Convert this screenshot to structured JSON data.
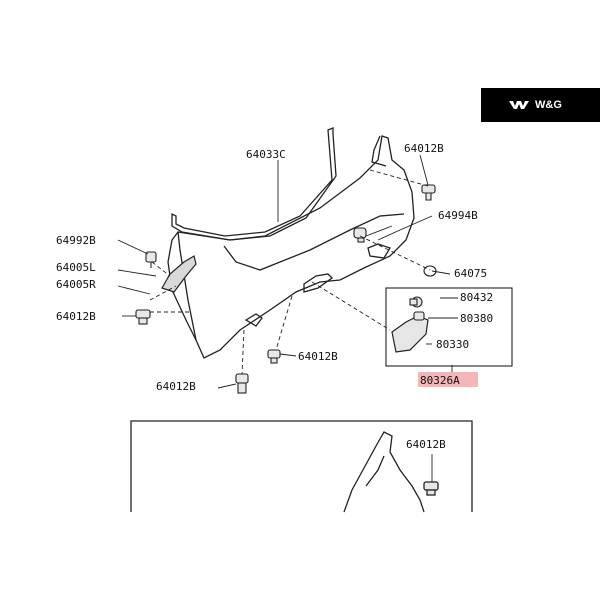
{
  "brand": {
    "text": "W&G",
    "background": "#000000",
    "color": "#ffffff"
  },
  "highlight_color": "#f4b6b9",
  "labels": {
    "p64033C": "64033C",
    "p64012B_top_right": "64012B",
    "p64994B": "64994B",
    "p64992B": "64992B",
    "p64005L": "64005L",
    "p64005R": "64005R",
    "p64012B_left": "64012B",
    "p64075": "64075",
    "p80432": "80432",
    "p80380": "80380",
    "p80330": "80330",
    "p80326A": "80326A",
    "p64012B_center": "64012B",
    "p64012B_bottom": "64012B",
    "p64012B_lower_panel": "64012B"
  }
}
